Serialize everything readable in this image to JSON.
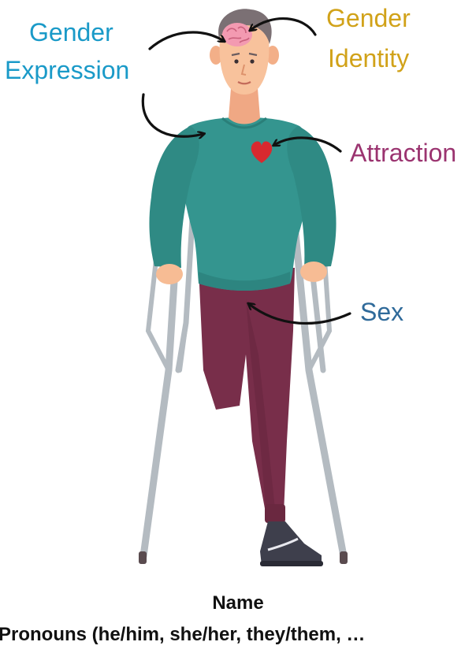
{
  "labels": {
    "gender_expression": {
      "line1": "Gender",
      "line2": "Expression",
      "color": "#1a9ac8"
    },
    "gender_identity": {
      "line1": "Gender",
      "line2": "Identity",
      "color": "#d1a219"
    },
    "attraction": {
      "text": "Attraction",
      "color": "#9b3470"
    },
    "sex": {
      "text": "Sex",
      "color": "#2f6a9a"
    }
  },
  "caption": {
    "name": "Name",
    "pronouns": "Pronouns (he/him, she/her, they/them, …"
  }
}
